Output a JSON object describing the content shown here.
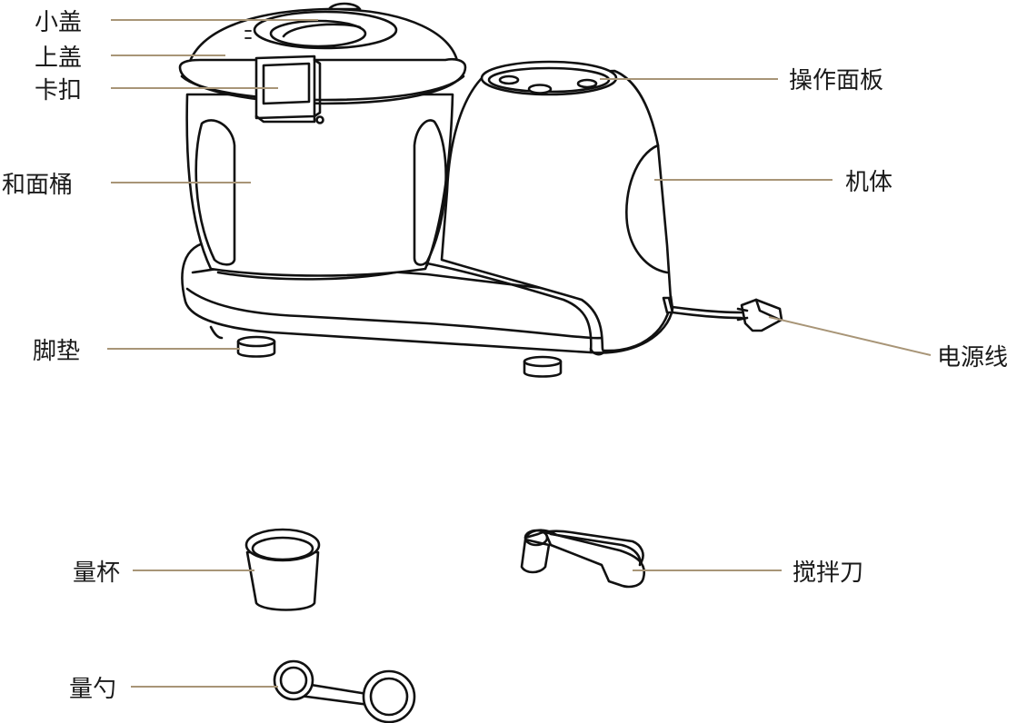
{
  "labels": {
    "small_lid": "小盖",
    "upper_lid": "上盖",
    "latch": "卡扣",
    "dough_bucket": "和面桶",
    "feet": "脚垫",
    "control_panel": "操作面板",
    "body": "机体",
    "power_cord": "电源线",
    "measuring_cup": "量杯",
    "kneading_blade": "搅拌刀",
    "measuring_spoon": "量勺"
  },
  "colors": {
    "leader_line": "#a89577",
    "outline": "#111111",
    "text": "#1a1a1a"
  }
}
